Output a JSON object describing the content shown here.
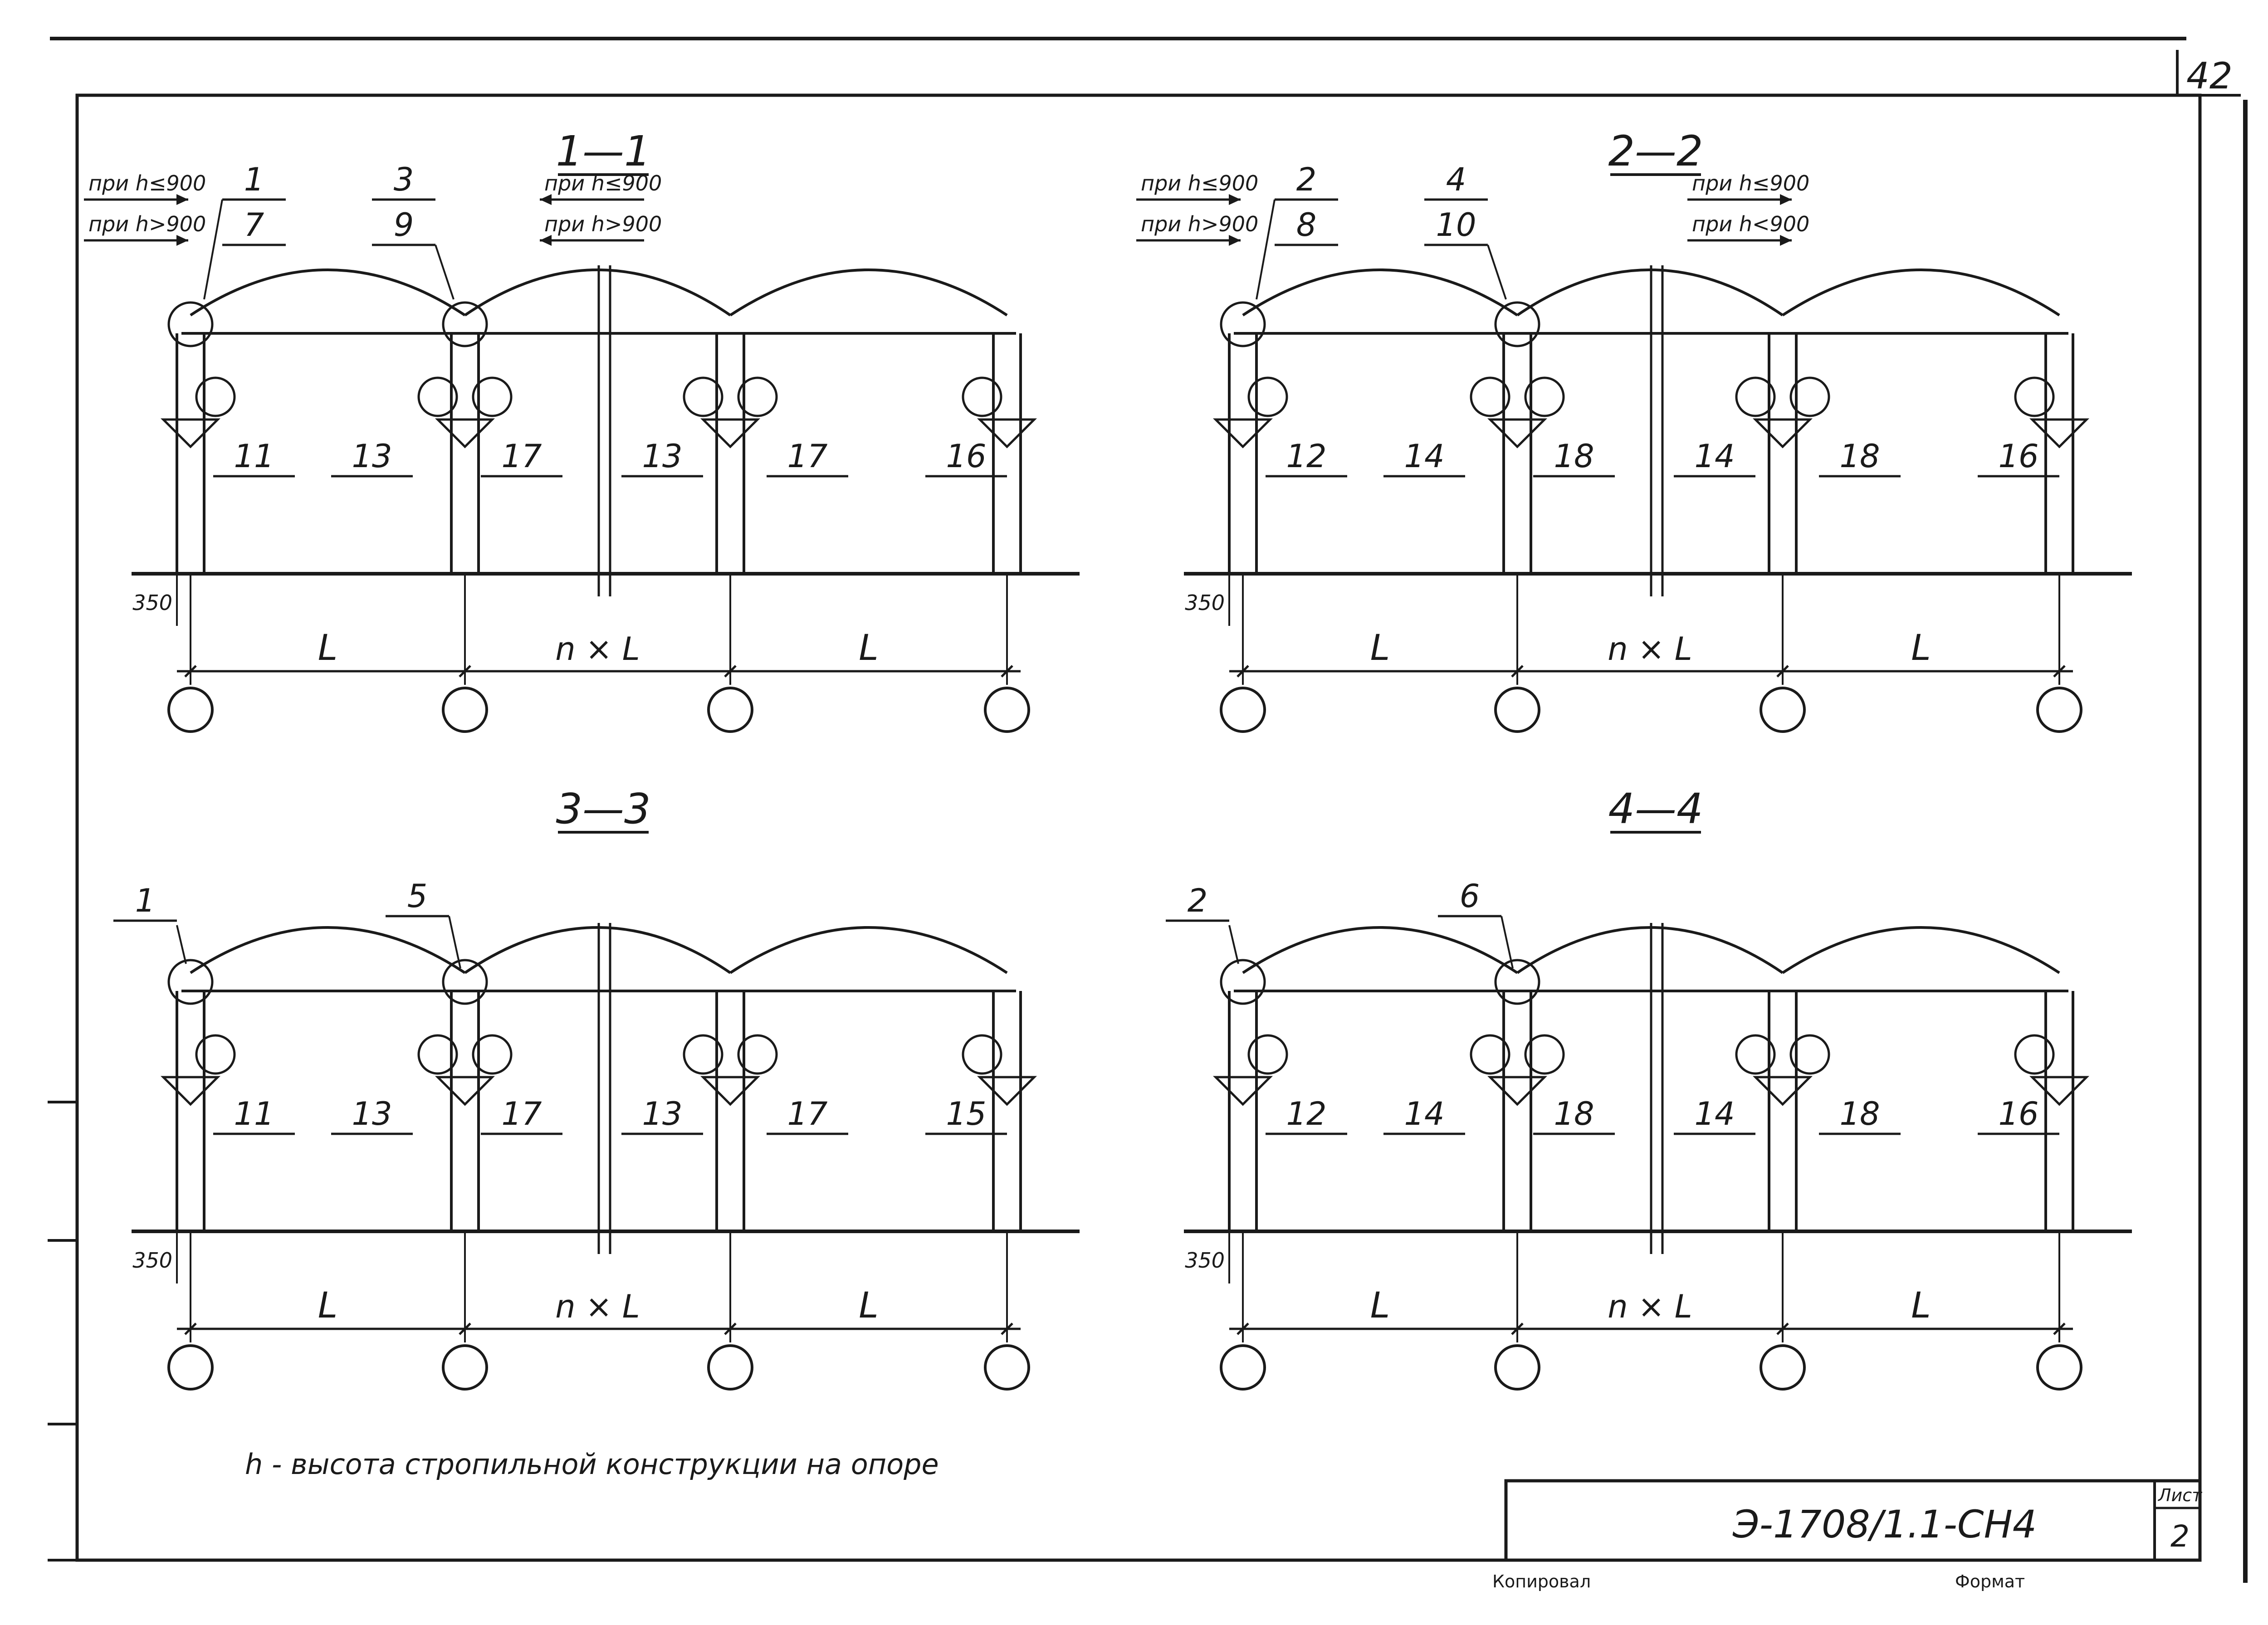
{
  "sheet": {
    "page_number": "42",
    "footnote": "h - высота стропильной конструкции на опоре",
    "doc_code": "Э-1708/1.1-СН4",
    "list_label": "Лист",
    "list_number": "2",
    "copied_label": "Копировал",
    "format_label": "Формат"
  },
  "sections": [
    {
      "title": "1—1",
      "top_notes": [
        {
          "text": "при h≤900",
          "arrow": "right"
        },
        {
          "text": "при h>900",
          "arrow": "right"
        },
        {
          "text": "при h≤900",
          "arrow": "left"
        },
        {
          "text": "при h>900",
          "arrow": "left"
        }
      ],
      "callouts_top": [
        "1",
        "7",
        "3",
        "9"
      ],
      "callouts_bottom": [
        "11",
        "13",
        "17",
        "13",
        "17",
        "16"
      ],
      "dim_offset": "350",
      "spans": [
        "L",
        "n × L",
        "L"
      ]
    },
    {
      "title": "2—2",
      "top_notes": [
        {
          "text": "при h≤900",
          "arrow": "right"
        },
        {
          "text": "при h>900",
          "arrow": "right"
        },
        {
          "text": "при h≤900",
          "arrow": "right"
        },
        {
          "text": "при h<900",
          "arrow": "right"
        }
      ],
      "callouts_top": [
        "2",
        "8",
        "4",
        "10"
      ],
      "callouts_bottom": [
        "12",
        "14",
        "18",
        "14",
        "18",
        "16"
      ],
      "dim_offset": "350",
      "spans": [
        "L",
        "n × L",
        "L"
      ]
    },
    {
      "title": "3—3",
      "top_notes": [],
      "callouts_top": [
        "1",
        "5"
      ],
      "callouts_bottom": [
        "11",
        "13",
        "17",
        "13",
        "17",
        "15"
      ],
      "dim_offset": "350",
      "spans": [
        "L",
        "n × L",
        "L"
      ]
    },
    {
      "title": "4—4",
      "top_notes": [],
      "callouts_top": [
        "2",
        "6"
      ],
      "callouts_bottom": [
        "12",
        "14",
        "18",
        "14",
        "18",
        "16"
      ],
      "dim_offset": "350",
      "spans": [
        "L",
        "n × L",
        "L"
      ]
    }
  ]
}
